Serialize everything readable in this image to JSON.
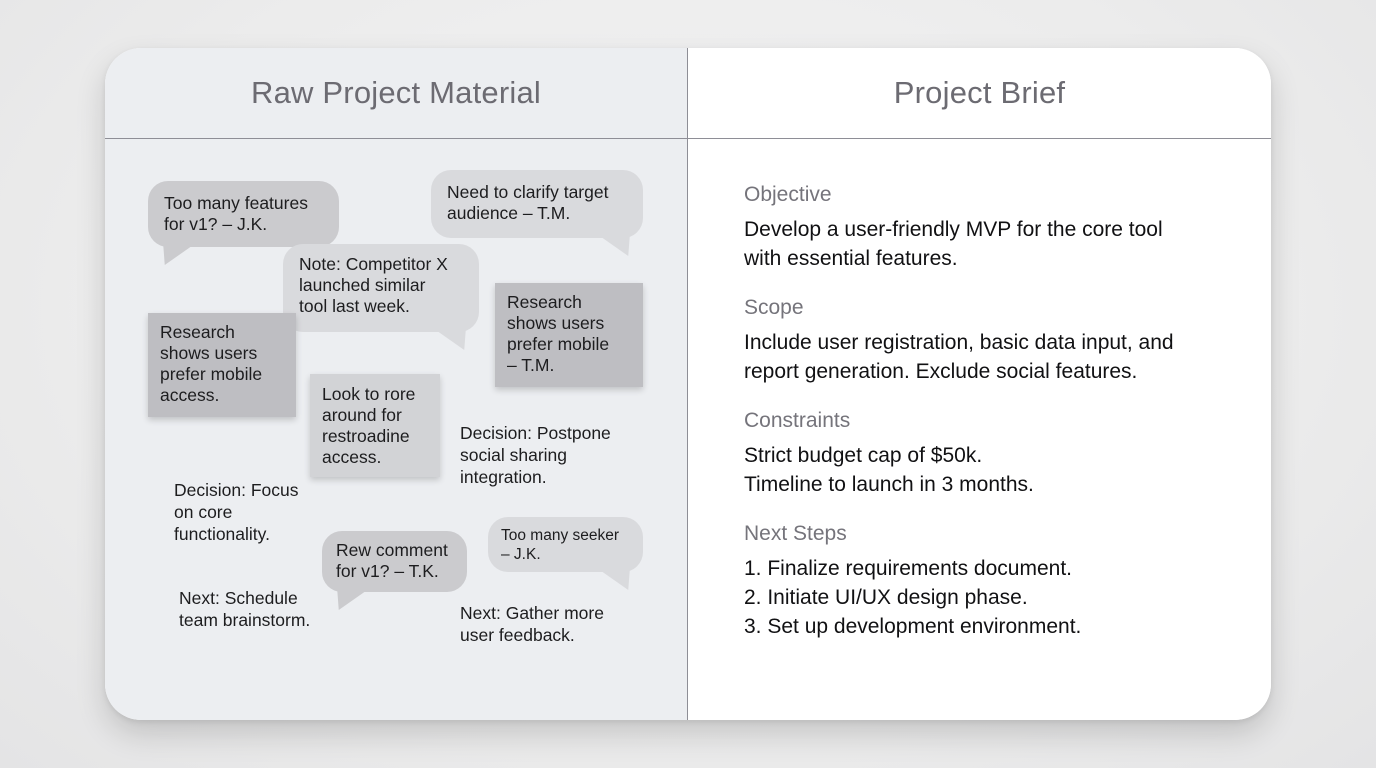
{
  "left_panel": {
    "title": "Raw Project Material",
    "notes": [
      {
        "id": "n1",
        "type": "bubble",
        "lines": [
          "Too many features",
          "for v1? – J.K."
        ]
      },
      {
        "id": "n2",
        "type": "bubble",
        "lines": [
          "Need to clarify target",
          "audience – T.M."
        ]
      },
      {
        "id": "n3",
        "type": "bubble",
        "lines": [
          "Note: Competitor X",
          "launched similar",
          "tool last week."
        ]
      },
      {
        "id": "n4",
        "type": "sticky",
        "lines": [
          "Research",
          "shows users",
          "prefer mobile",
          "– T.M."
        ]
      },
      {
        "id": "n5",
        "type": "sticky",
        "lines": [
          "Research",
          "shows users",
          "prefer mobile",
          "access."
        ]
      },
      {
        "id": "n6",
        "type": "sticky",
        "lines": [
          "Look to rore",
          "around for",
          "restroadine",
          "access."
        ]
      },
      {
        "id": "n7",
        "type": "text",
        "lines": [
          "Decision: Postpone",
          "social sharing",
          "integration."
        ]
      },
      {
        "id": "n8",
        "type": "text",
        "lines": [
          "Decision: Focus",
          "on core",
          "functionality."
        ]
      },
      {
        "id": "n9",
        "type": "bubble",
        "lines": [
          "Rew comment",
          "for v1? – T.K."
        ]
      },
      {
        "id": "n10",
        "type": "bubble",
        "lines": [
          "Too many seeker",
          "– J.K."
        ]
      },
      {
        "id": "n11",
        "type": "text",
        "lines": [
          "Next: Schedule",
          "team brainstorm."
        ]
      },
      {
        "id": "n12",
        "type": "text",
        "lines": [
          "Next: Gather more",
          "user feedback."
        ]
      }
    ]
  },
  "right_panel": {
    "title": "Project Brief",
    "sections": [
      {
        "title": "Objective",
        "lines": [
          "Develop a user-friendly MVP for the core tool",
          "with essential features."
        ]
      },
      {
        "title": "Scope",
        "lines": [
          "Include user registration, basic data input, and",
          "report generation. Exclude social features."
        ]
      },
      {
        "title": "Constraints",
        "lines": [
          "Strict budget cap of $50k.",
          "Timeline to launch in 3 months."
        ]
      },
      {
        "title": "Next Steps",
        "lines": [
          "1. Finalize requirements document.",
          "2. Initiate UI/UX design phase.",
          "3. Set up development environment."
        ]
      }
    ]
  },
  "colors": {
    "left_bg": "#eceef1",
    "right_bg": "#ffffff",
    "bubble": "#cbcbce",
    "bubble_light": "#d9dadd",
    "sticky": "#bebec2",
    "header_text": "#6c6b72",
    "section_title": "#75747b",
    "divider": "#8e8e96"
  }
}
